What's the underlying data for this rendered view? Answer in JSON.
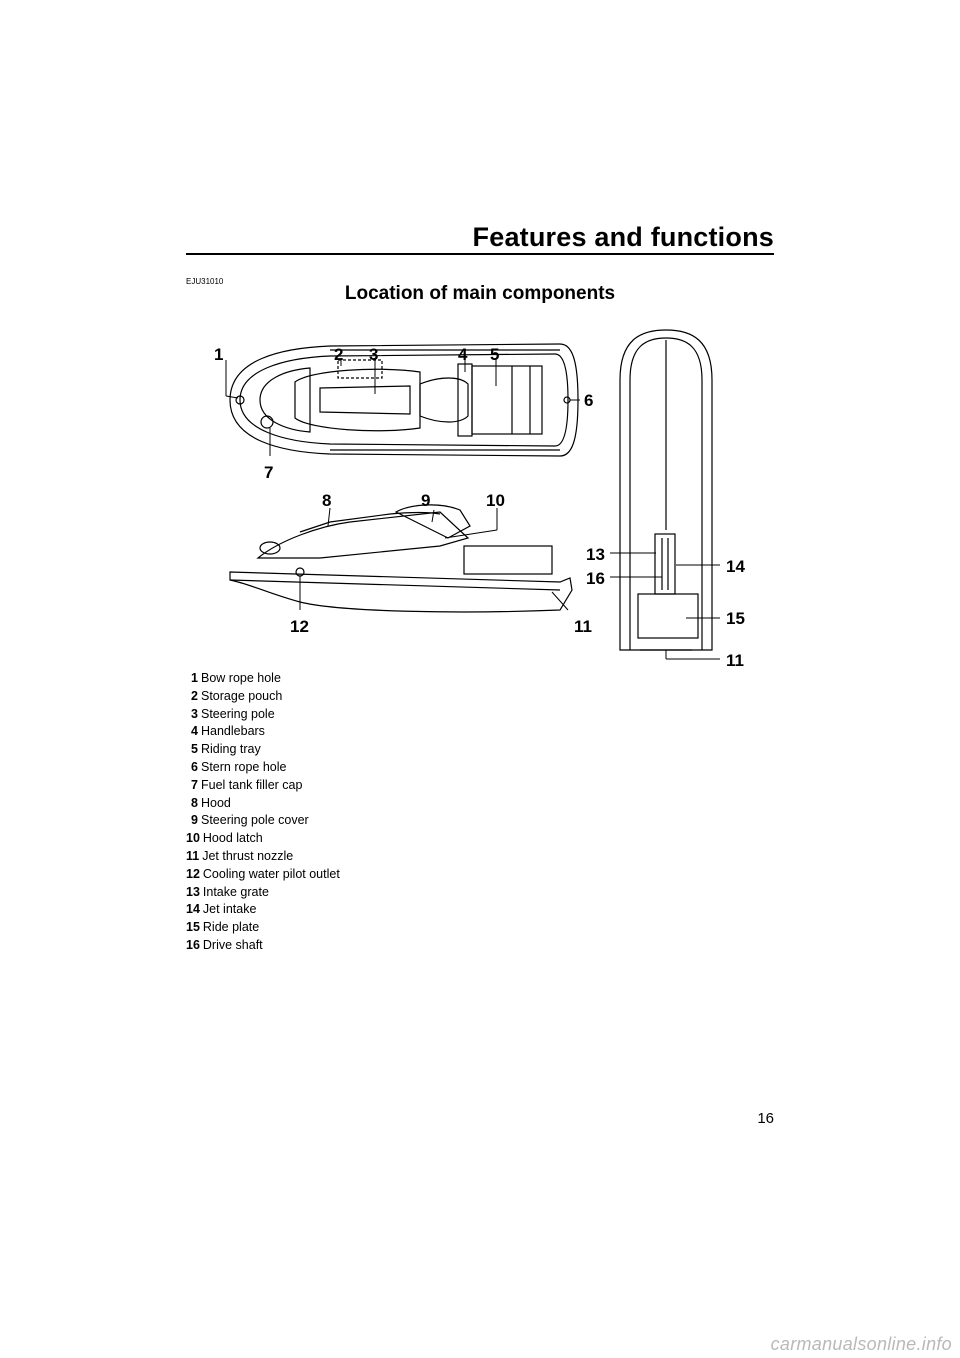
{
  "header": {
    "title": "Features and functions"
  },
  "doc_code": "EJU31010",
  "section_title": "Location of main components",
  "figure": {
    "callouts": [
      "1",
      "2",
      "3",
      "4",
      "5",
      "6",
      "7",
      "8",
      "9",
      "10",
      "11",
      "12",
      "13",
      "14",
      "15",
      "16"
    ]
  },
  "legend": [
    {
      "num": "1",
      "label": "Bow rope hole"
    },
    {
      "num": "2",
      "label": "Storage pouch"
    },
    {
      "num": "3",
      "label": "Steering pole"
    },
    {
      "num": "4",
      "label": "Handlebars"
    },
    {
      "num": "5",
      "label": "Riding tray"
    },
    {
      "num": "6",
      "label": "Stern rope hole"
    },
    {
      "num": "7",
      "label": "Fuel tank filler cap"
    },
    {
      "num": "8",
      "label": "Hood"
    },
    {
      "num": "9",
      "label": "Steering pole cover"
    },
    {
      "num": "10",
      "label": "Hood latch"
    },
    {
      "num": "11",
      "label": "Jet thrust nozzle"
    },
    {
      "num": "12",
      "label": "Cooling water pilot outlet"
    },
    {
      "num": "13",
      "label": "Intake grate"
    },
    {
      "num": "14",
      "label": "Jet intake"
    },
    {
      "num": "15",
      "label": "Ride plate"
    },
    {
      "num": "16",
      "label": "Drive shaft"
    }
  ],
  "page_number": "16",
  "watermark": "carmanualsonline.info"
}
